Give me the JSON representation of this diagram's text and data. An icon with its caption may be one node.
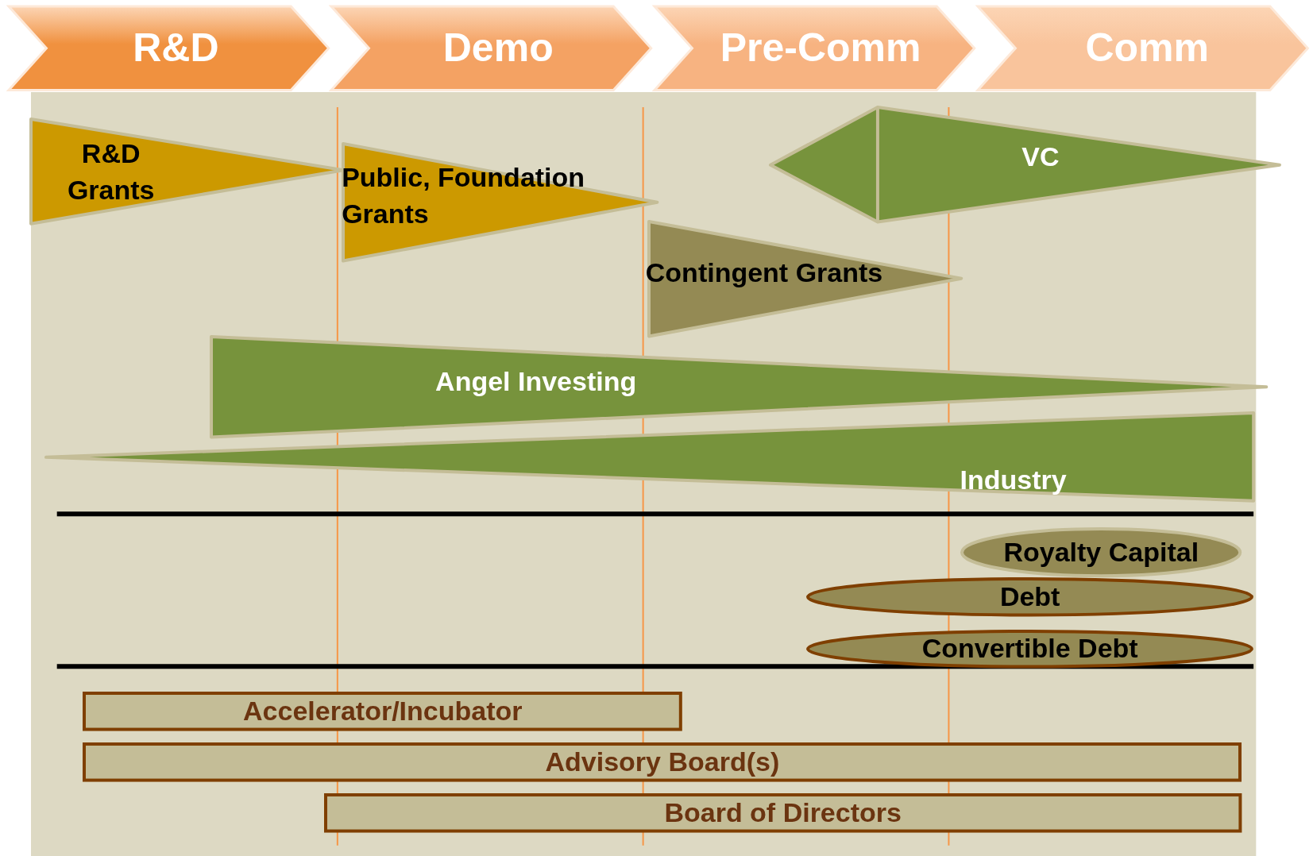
{
  "diagram": {
    "nodes": [
      {
        "text": [
          "R&D"
        ]
      },
      {
        "text": [
          "Demo"
        ]
      },
      {
        "text": [
          "Pre-Comm"
        ]
      },
      {
        "text": [
          "Comm"
        ]
      },
      {
        "text": [
          "R&D Grants"
        ]
      },
      {
        "text": [
          "Public, Foundation Grants"
        ]
      },
      {
        "text": [
          "Contingent Grants"
        ]
      },
      {
        "text": [
          "VC"
        ]
      },
      {
        "text": [
          "Angel Investing"
        ]
      },
      {
        "text": [
          "Industry"
        ]
      },
      {
        "text": [
          "Royalty Capital"
        ]
      },
      {
        "text": [
          "Debt"
        ]
      },
      {
        "text": [
          "Convertible Debt"
        ]
      },
      {
        "text": [
          "Accelerator/Incubator"
        ]
      },
      {
        "text": [
          "Advisory Board(s)"
        ]
      },
      {
        "text": [
          "Board of Directors"
        ]
      }
    ]
  }
}
